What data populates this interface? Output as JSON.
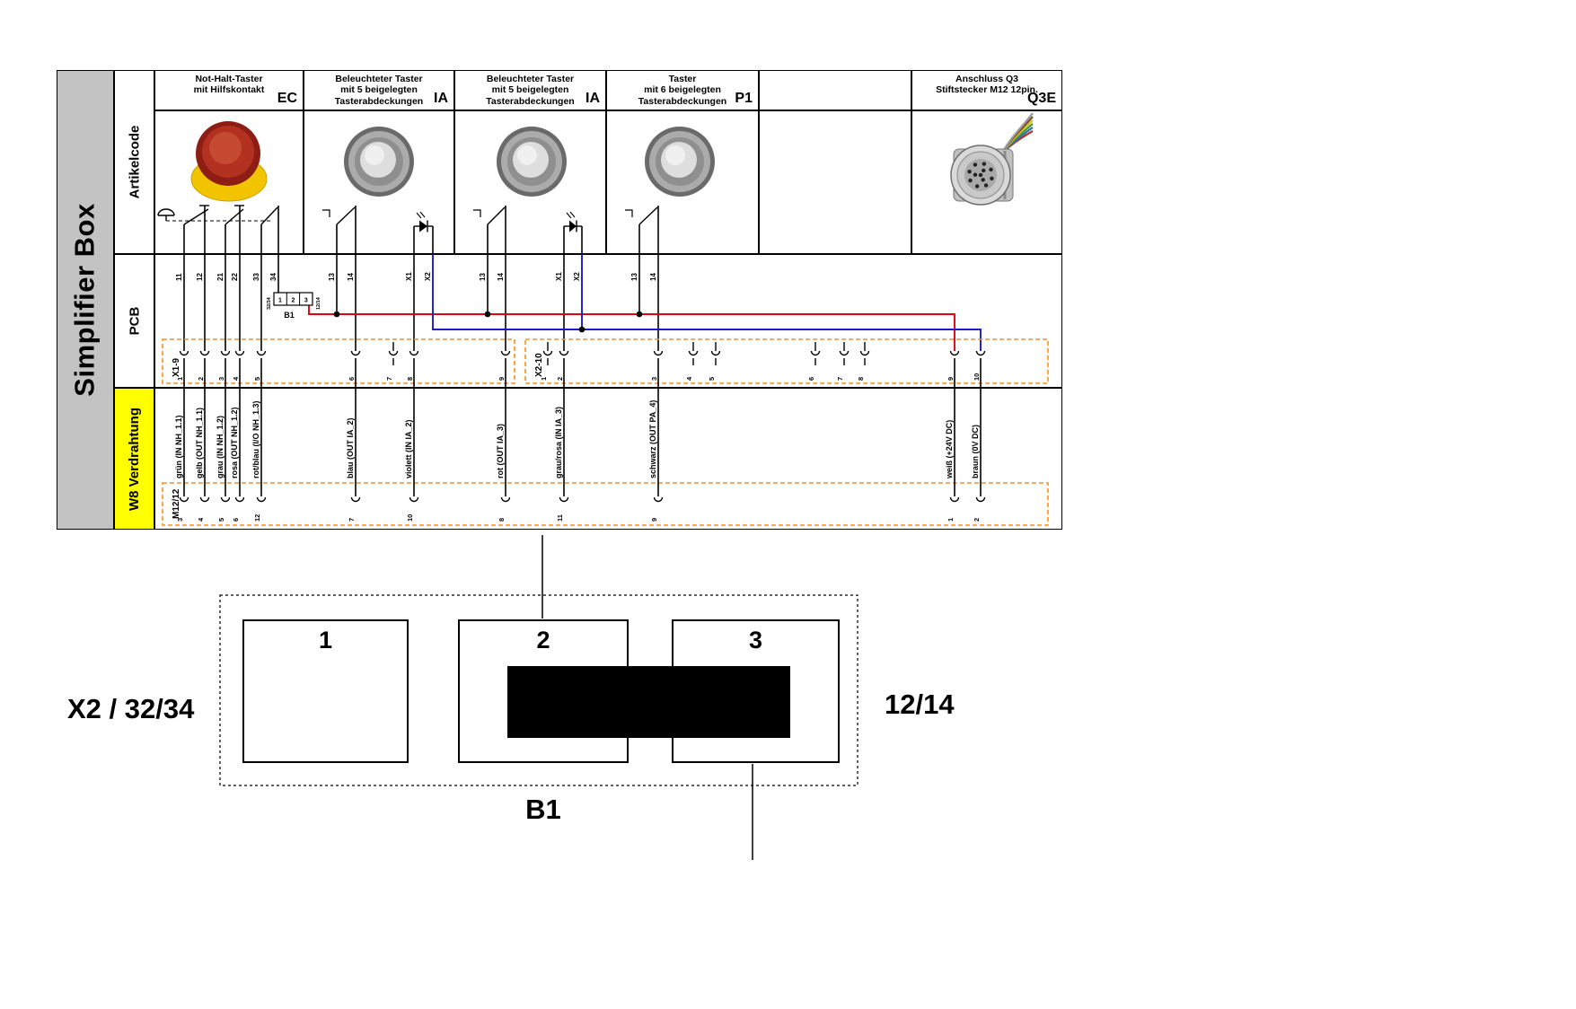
{
  "title": "Simplifier Box",
  "row_labels": {
    "artikelcode": "Artikelcode",
    "pcb": "PCB",
    "w8": "W8 Verdrahtung"
  },
  "columns": [
    {
      "desc": "Not-Halt-Taster\nmit Hilfskontakt",
      "code": "EC"
    },
    {
      "desc": "Beleuchteter Taster\nmit 5 beigelegten\nTasterabdeckungen",
      "code": "IA"
    },
    {
      "desc": "Beleuchteter Taster\nmit 5 beigelegten\nTasterabdeckungen",
      "code": "IA"
    },
    {
      "desc": "Taster\nmit 6 beigelegten\nTasterabdeckungen",
      "code": "P1"
    },
    {
      "desc": "",
      "code": ""
    },
    {
      "desc": "Anschluss Q3\nStiftstecker M12 12pin.",
      "code": "Q3E"
    }
  ],
  "pcb_section": {
    "terminals": [
      "11",
      "12",
      "21",
      "22",
      "33",
      "34",
      "13",
      "14",
      "X1",
      "X2",
      "13",
      "14",
      "X1",
      "X2",
      "13",
      "14"
    ],
    "relay": {
      "label": "B1",
      "cells": [
        "1",
        "2",
        "3"
      ],
      "left_code": "32/34",
      "right_code": "12/14"
    },
    "connector_x1": {
      "label": "X1-9",
      "pins": [
        "1",
        "2",
        "3",
        "4",
        "5",
        "6",
        "7",
        "8",
        "9"
      ]
    },
    "connector_x2": {
      "label": "X2-10",
      "pins": [
        "1",
        "2",
        "3",
        "4",
        "5",
        "6",
        "7",
        "8",
        "9",
        "10"
      ]
    }
  },
  "w8_section": {
    "connector_label": "M12/12",
    "wire_labels": [
      "grün (IN NH_1.1)",
      "gelb (OUT NH_1.1)",
      "grau (IN NH_1.2)",
      "rosa (OUT NH_1.2)",
      "rot/blau (I/O NH_1.3)",
      "blau (OUT IA_2)",
      "violett (IN IA_2)",
      "rot (OUT IA_3)",
      "grau/rosa (IN IA_3)",
      "schwarz (OUT PA_4)",
      "weiß (+24V DC)",
      "braun (0V DC)"
    ],
    "m12_pins": [
      "3",
      "4",
      "5",
      "6",
      "12",
      "7",
      "10",
      "8",
      "11",
      "9",
      "1",
      "2"
    ]
  },
  "bottom_diagram": {
    "boxes": [
      "1",
      "2",
      "3"
    ],
    "left_label": "X2 / 32/34",
    "right_label": "12/14",
    "bottom_label": "B1"
  },
  "colors": {
    "bus_24v": "#e30016",
    "bus_0v": "#1a1ac8",
    "connector_frame": "#ff9016",
    "w8_row_bg": "#ffff00",
    "title_bg": "#c3c3c3"
  }
}
